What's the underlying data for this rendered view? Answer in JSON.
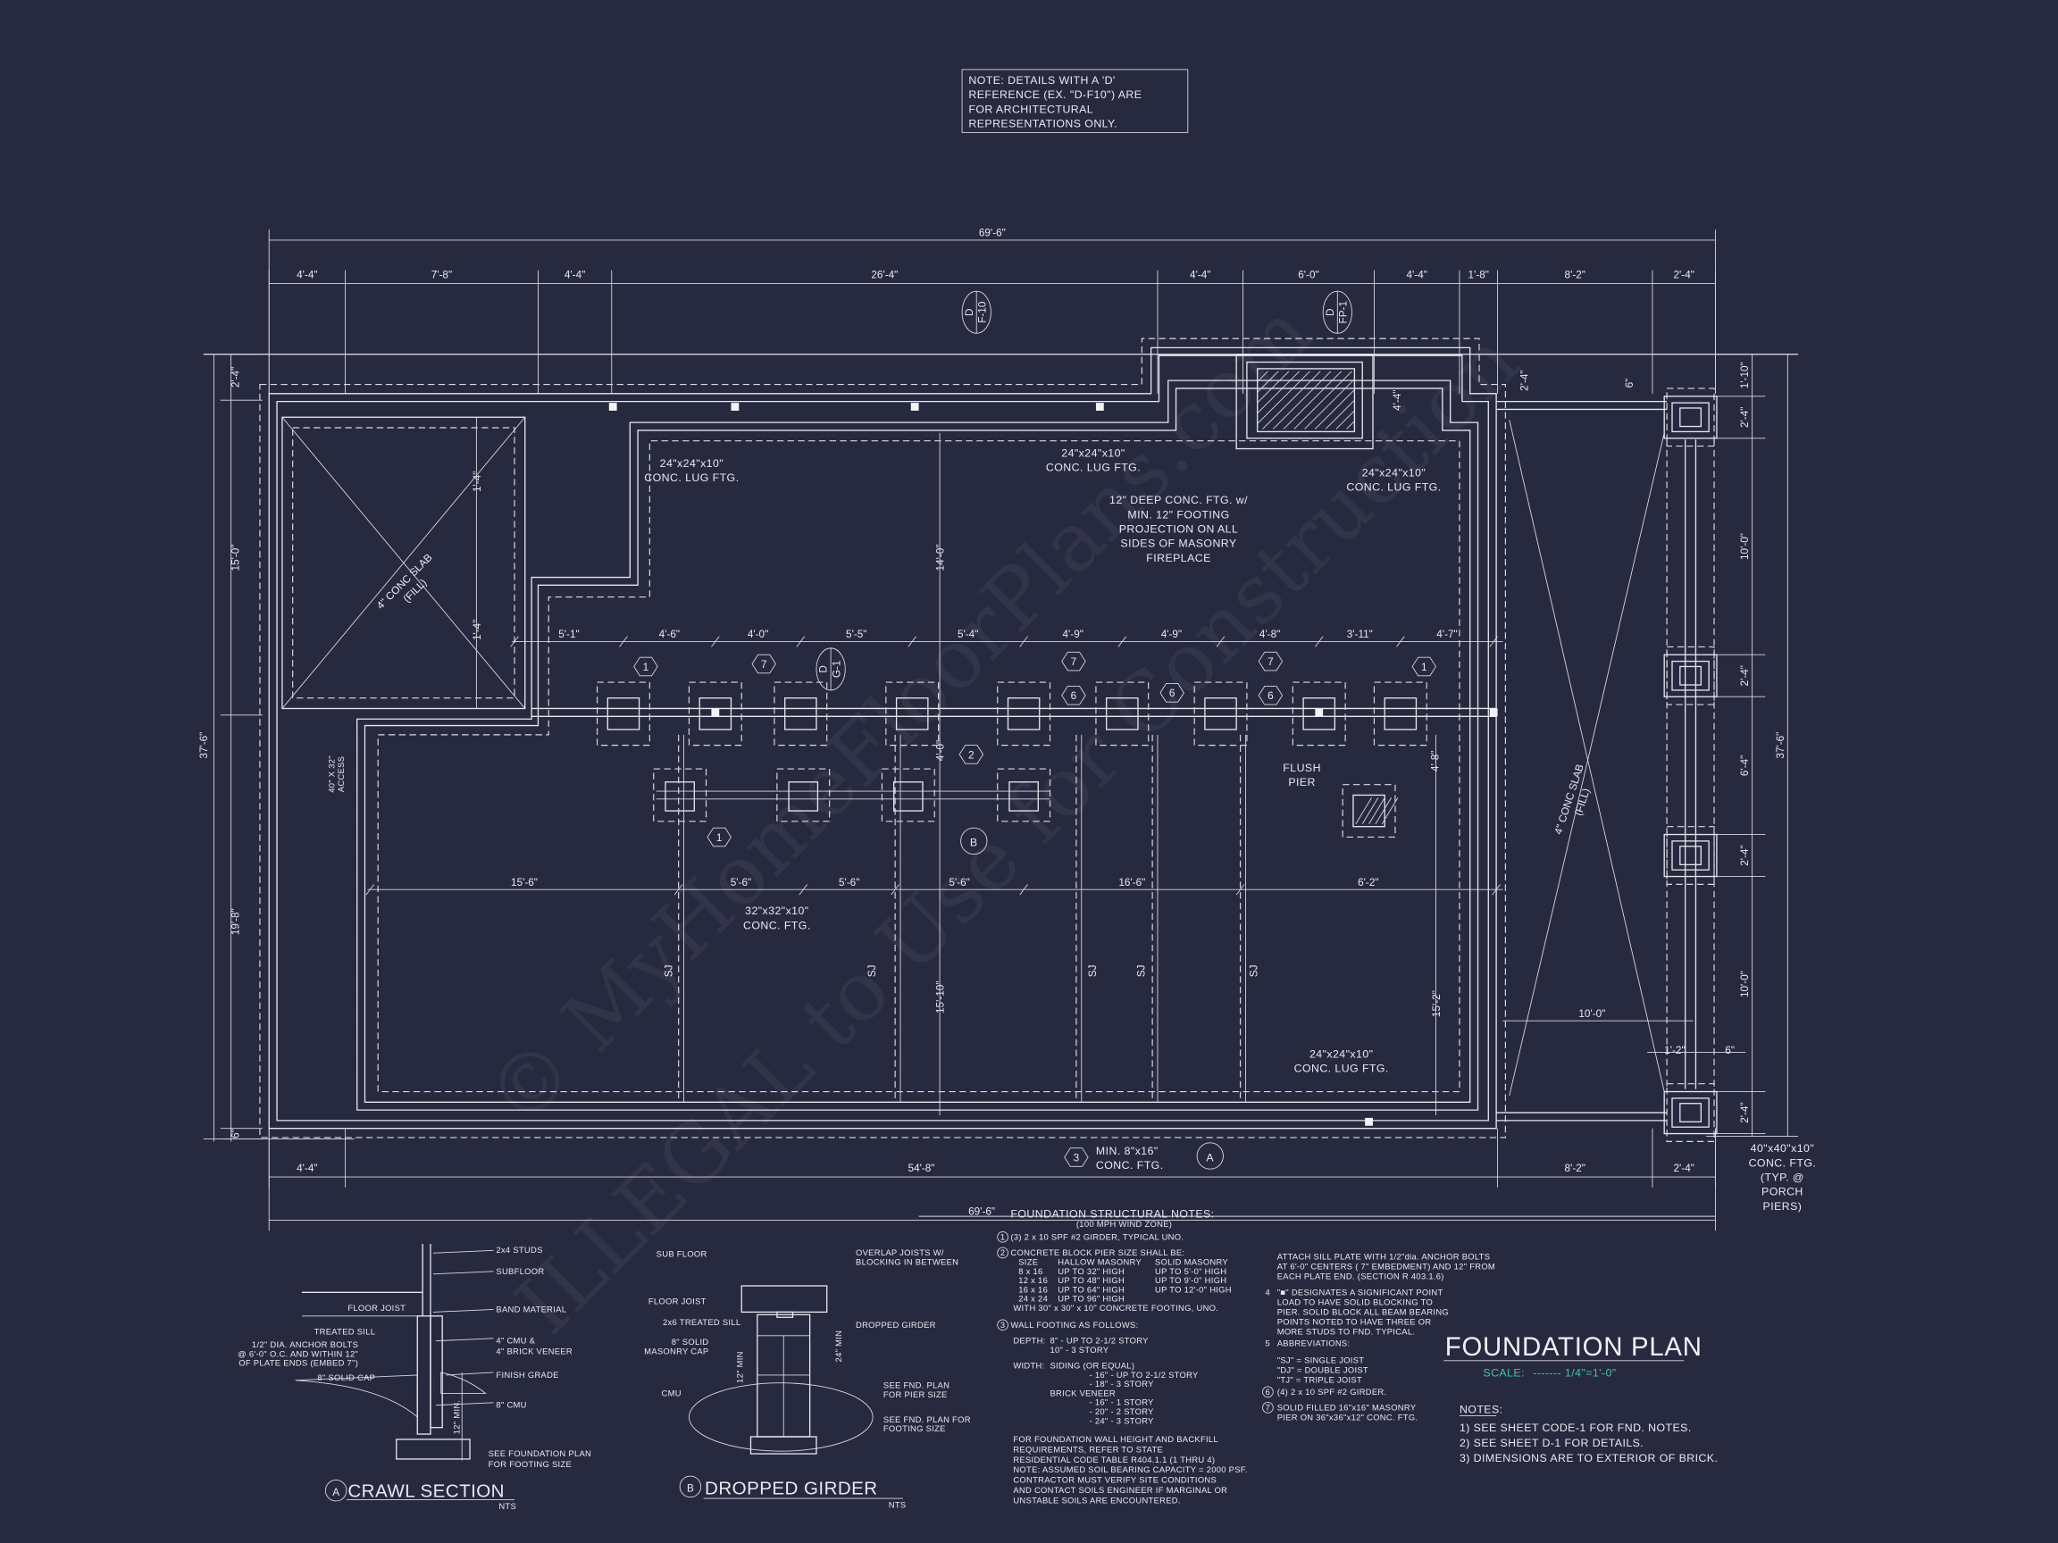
{
  "top_note": [
    "NOTE: DETAILS WITH A 'D'",
    "REFERENCE (EX. \"D-F10\") ARE",
    "FOR ARCHITECTURAL",
    "REPRESENTATIONS ONLY."
  ],
  "watermark": [
    "© MyHomeFloorPlans.com",
    "ILLEGAL to Use for Construction"
  ],
  "dims": {
    "top_overall": "69'-6\"",
    "top_segments": [
      "4'-4\"",
      "7'-8\"",
      "4'-4\"",
      "26'-4\"",
      "4'-4\"",
      "6'-0\"",
      "4'-4\"",
      "1'-8\"",
      "8'-2\"",
      "2'-4\""
    ],
    "bottom_segments": [
      "4'-4\"",
      "54'-8\"",
      "8'-2\"",
      "2'-4\""
    ],
    "bottom_overall": "69'-6\"",
    "left_segments": [
      "2'-4\"",
      "15'-0\"",
      "19'-8\"",
      "6\""
    ],
    "left_overall": "37'-6\"",
    "right_segments": [
      "1'-10\"",
      "2'-4\"",
      "10'-0\"",
      "2'-4\"",
      "6'-4\"",
      "2'-4\"",
      "10'-0\"",
      "2'-4\""
    ],
    "right_overall": "37'-6\"",
    "girder_row": [
      "5'-1\"",
      "4'-6\"",
      "4'-0\"",
      "5'-5\"",
      "5'-4\"",
      "4'-9\"",
      "4'-9\"",
      "4'-8\"",
      "3'-11\"",
      "4'-7\""
    ],
    "joist_row": [
      "15'-6\"",
      "5'-6\"",
      "5'-6\"",
      "5'-6\"",
      "16'-6\"",
      "6'-2\""
    ],
    "misc": {
      "d14": "14'-0\"",
      "d15_10": "15'-10\"",
      "d15_2": "15'-2\"",
      "d4_8": "4'-8\"",
      "d4_0": "4'-0\"",
      "d1_4a": "1'-4\"",
      "d1_4b": "1'-4\"",
      "d10_0": "10'-0\"",
      "d4_4": "4'-4\"",
      "d2_4": "2'-4\"",
      "d6a": "6\"",
      "d1_2": "1'-2\"",
      "d6b": "6\""
    }
  },
  "plan_labels": {
    "lug1": [
      "24\"x24\"x10\"",
      "CONC. LUG FTG."
    ],
    "lug2": [
      "24\"x24\"x10\"",
      "CONC. LUG FTG."
    ],
    "lug3": [
      "24\"x24\"x10\"",
      "CONC. LUG FTG."
    ],
    "lug4": [
      "24\"x24\"x10\"",
      "CONC. LUG FTG."
    ],
    "fireplace": [
      "12\" DEEP CONC. FTG. w/",
      "MIN. 12\" FOOTING",
      "PROJECTION ON ALL",
      "SIDES OF MASONRY",
      "FIREPLACE"
    ],
    "flush_pier": [
      "FLUSH",
      "PIER"
    ],
    "conc_ftg32": [
      "32\"x32\"x10\"",
      "CONC. FTG."
    ],
    "wall_ftg": [
      "MIN. 8\"x16\"",
      "CONC. FTG."
    ],
    "porch_ftg": [
      "40\"x40\"x10\"",
      "CONC. FTG.",
      "(TYP. @",
      "PORCH",
      "PIERS)"
    ],
    "slab_left": [
      "4\" CONC SLAB",
      "(FILL)"
    ],
    "slab_right": [
      "4\" CONC SLAB",
      "(FILL)"
    ],
    "access": [
      "40\" X 32\"",
      "ACCESS"
    ],
    "sj": "SJ",
    "refs": {
      "df10": [
        "D",
        "F-10"
      ],
      "dfp1": [
        "D",
        "FP-1"
      ],
      "dg1": [
        "D",
        "G-1"
      ],
      "tag1": "1",
      "tag2": "2",
      "tag3": "3",
      "tag6": "6",
      "tag7": "7",
      "secA": "A",
      "secB": "B"
    }
  },
  "crawl_section": {
    "title": "CRAWL SECTION",
    "marker": "A",
    "nts": "NTS",
    "labels": {
      "studs": "2x4 STUDS",
      "subfloor": "SUBFLOOR",
      "band": "BAND MATERIAL",
      "cmu_brick": [
        "4\" CMU &",
        "4\" BRICK VENEER"
      ],
      "grade": "FINISH GRADE",
      "cmu8": "8\" CMU",
      "see_plan": [
        "SEE FOUNDATION PLAN",
        "FOR FOOTING SIZE"
      ],
      "floor_joist": "FLOOR JOIST",
      "treated_sill": "TREATED SILL",
      "anchor": [
        "1/2\" DIA. ANCHOR BOLTS",
        "@ 6'-0\" O.C. AND WITHIN 12\"",
        "OF PLATE ENDS (EMBED 7\")"
      ],
      "solid_cap": "8\" SOLID CAP",
      "min": "12\" MIN."
    }
  },
  "dropped_girder": {
    "title": "DROPPED GIRDER",
    "marker": "B",
    "nts": "NTS",
    "labels": {
      "subfloor": "SUB FLOOR",
      "floor_joist": "FLOOR JOIST",
      "treated_sill": "2x6 TREATED SILL",
      "cap": [
        "8\" SOLID",
        "MASONRY CAP"
      ],
      "cmu": "CMU",
      "overlap": [
        "OVERLAP JOISTS W/",
        "BLOCKING IN BETWEEN"
      ],
      "girder": "DROPPED GIRDER",
      "pier_size": [
        "SEE FND. PLAN",
        "FOR PIER SIZE"
      ],
      "footing_size": [
        "SEE FND. PLAN FOR",
        "FOOTING SIZE"
      ],
      "min12": "12\" MIN",
      "min24": "24\" MIN"
    }
  },
  "structural_notes": {
    "title": "FOUNDATION STRUCTURAL NOTES:",
    "subtitle": "(100 MPH WIND ZONE)",
    "note1": {
      "num": "1",
      "text": "(3) 2 x 10 SPF #2 GIRDER, TYPICAL UNO."
    },
    "note2": {
      "num": "2",
      "text": "CONCRETE BLOCK PIER SIZE SHALL BE:",
      "headers": [
        "SIZE",
        "HALLOW MASONRY",
        "SOLID MASONRY"
      ],
      "rows": [
        [
          "8 x 16",
          "UP TO 32\" HIGH",
          "UP TO 5'-0\" HIGH"
        ],
        [
          "12 x 16",
          "UP TO 48\" HIGH",
          "UP TO 9'-0\" HIGH"
        ],
        [
          "16 x 16",
          "UP TO 64\" HIGH",
          "UP TO 12'-0\" HIGH"
        ],
        [
          "24 x 24",
          "UP TO 96\" HIGH",
          ""
        ]
      ],
      "footer": "WITH 30\" x 30\" x 10\" CONCRETE FOOTING, UNO."
    },
    "note3": {
      "num": "3",
      "text": "WALL FOOTING AS FOLLOWS:",
      "depth_label": "DEPTH:",
      "depth": [
        "8\" - UP TO 2-1/2 STORY",
        "10\" - 3 STORY"
      ],
      "width_label": "WIDTH:",
      "siding_label": "SIDING (OR EQUAL)",
      "siding": [
        "- 16\" - UP TO 2-1/2 STORY",
        "- 18\" - 3 STORY"
      ],
      "brick_label": "BRICK VENEER",
      "brick": [
        "- 16\" - 1 STORY",
        "- 20\" - 2 STORY",
        "- 24\" - 3 STORY"
      ],
      "paragraph": [
        "FOR FOUNDATION WALL HEIGHT AND BACKFILL",
        "REQUIREMENTS, REFER TO STATE",
        "RESIDENTIAL CODE TABLE R404.1.1 (1 THRU 4)",
        "NOTE: ASSUMED SOIL BEARING CAPACITY = 2000 PSF.",
        "CONTRACTOR MUST VERIFY SITE CONDITIONS",
        "AND CONTACT SOILS ENGINEER IF MARGINAL OR",
        "UNSTABLE SOILS ARE ENCOUNTERED."
      ]
    },
    "sill_plate": [
      "ATTACH SILL PLATE WITH 1/2\"dia. ANCHOR BOLTS",
      "AT 6'-0\" CENTERS ( 7\" EMBEDMENT) AND 12\" FROM",
      "EACH PLATE END. (SECTION R 403.1.6)"
    ],
    "note4": {
      "num": "4",
      "lines": [
        "\"■\" DESIGNATES A SIGNIFICANT POINT",
        "LOAD TO HAVE SOLID BLOCKING TO",
        "PIER. SOLID BLOCK ALL BEAM BEARING",
        "POINTS NOTED TO HAVE THREE OR",
        "MORE STUDS TO FND. TYPICAL."
      ]
    },
    "note5": {
      "num": "5",
      "label": "ABBREVIATIONS:",
      "items": [
        "\"SJ\" = SINGLE JOIST",
        "\"DJ\" = DOUBLE JOIST",
        "\"TJ\" = TRIPLE JOIST"
      ]
    },
    "note6": {
      "num": "6",
      "text": "(4) 2 x 10 SPF #2 GIRDER."
    },
    "note7": {
      "num": "7",
      "lines": [
        "SOLID FILLED 16\"x16\" MASONRY",
        "PIER ON 36\"x36\"x12\" CONC. FTG."
      ]
    }
  },
  "title_block": {
    "title": "FOUNDATION PLAN",
    "scale_label": "SCALE:",
    "scale_value": "------- 1/4\"=1'-0\"",
    "notes_label": "NOTES:",
    "notes": [
      "1)  SEE SHEET CODE-1 FOR FND. NOTES.",
      "2)  SEE SHEET D-1 FOR DETAILS.",
      "3)  DIMENSIONS ARE TO EXTERIOR OF BRICK."
    ]
  },
  "colors": {
    "background": "#272a3f",
    "lines": "#e6e6ee",
    "scale_accent": "#3fc4b2"
  }
}
